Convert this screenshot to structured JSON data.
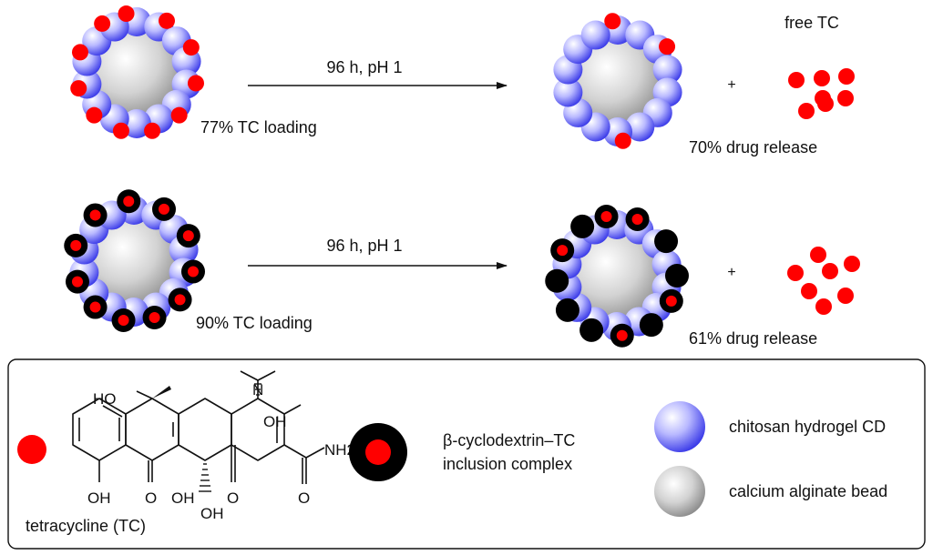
{
  "diagram": {
    "row1": {
      "loading_label": "77% TC loading",
      "condition_label": "96 h, pH 1",
      "plus_sign": "+",
      "free_label": "free TC",
      "release_label": "70% drug release"
    },
    "row2": {
      "loading_label": "90% TC loading",
      "condition_label": "96 h, pH 1",
      "plus_sign": "+",
      "release_label": "61% drug release"
    }
  },
  "legend": {
    "tc_caption": "tetracycline (TC)",
    "complex_line1": "β-cyclodextrin–TC",
    "complex_line2": "inclusion complex",
    "hydrogel_label": "chitosan hydrogel CD",
    "alginate_label": "calcium alginate bead",
    "structure_labels": {
      "ho_top": "HO",
      "n": "N",
      "oh_right": "OH",
      "nh2": "NH2",
      "oh_bottom_left": "OH",
      "o_left": "O",
      "oh_mid": "OH",
      "o_right": "O",
      "o_amide": "O",
      "oh_down": "OH"
    }
  },
  "colors": {
    "tc_red": "#ff0000",
    "hydrogel_blue": "#5a5aff",
    "alginate_gray": "#8a8a8a",
    "complex_black": "#000000"
  }
}
